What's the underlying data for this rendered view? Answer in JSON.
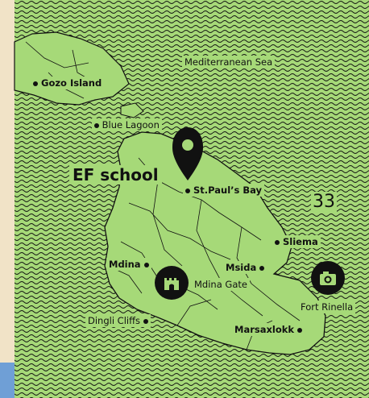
{
  "labels": {
    "sea": "Mediterranean Sea",
    "gozo": "Gozo Island",
    "blue_lagoon": "Blue Lagoon",
    "school": "EF school",
    "st_pauls_bay": "St.Paul’s Bay",
    "sliema": "Sliema",
    "mdina": "Mdina",
    "msida": "Msida",
    "mdina_gate": "Mdina Gate",
    "fort_rinella": "Fort Rinella",
    "dingli_cliffs": "Dingli Cliffs",
    "marsaxlokk": "Marsaxlokk"
  },
  "page_number": "33",
  "icons": [
    "location-pin-icon",
    "castle-icon",
    "camera-icon"
  ],
  "colors": {
    "land": "#a6d978",
    "ink": "#111111",
    "paper": "#f1e3c7",
    "edge_blue": "#6f9fd6"
  }
}
